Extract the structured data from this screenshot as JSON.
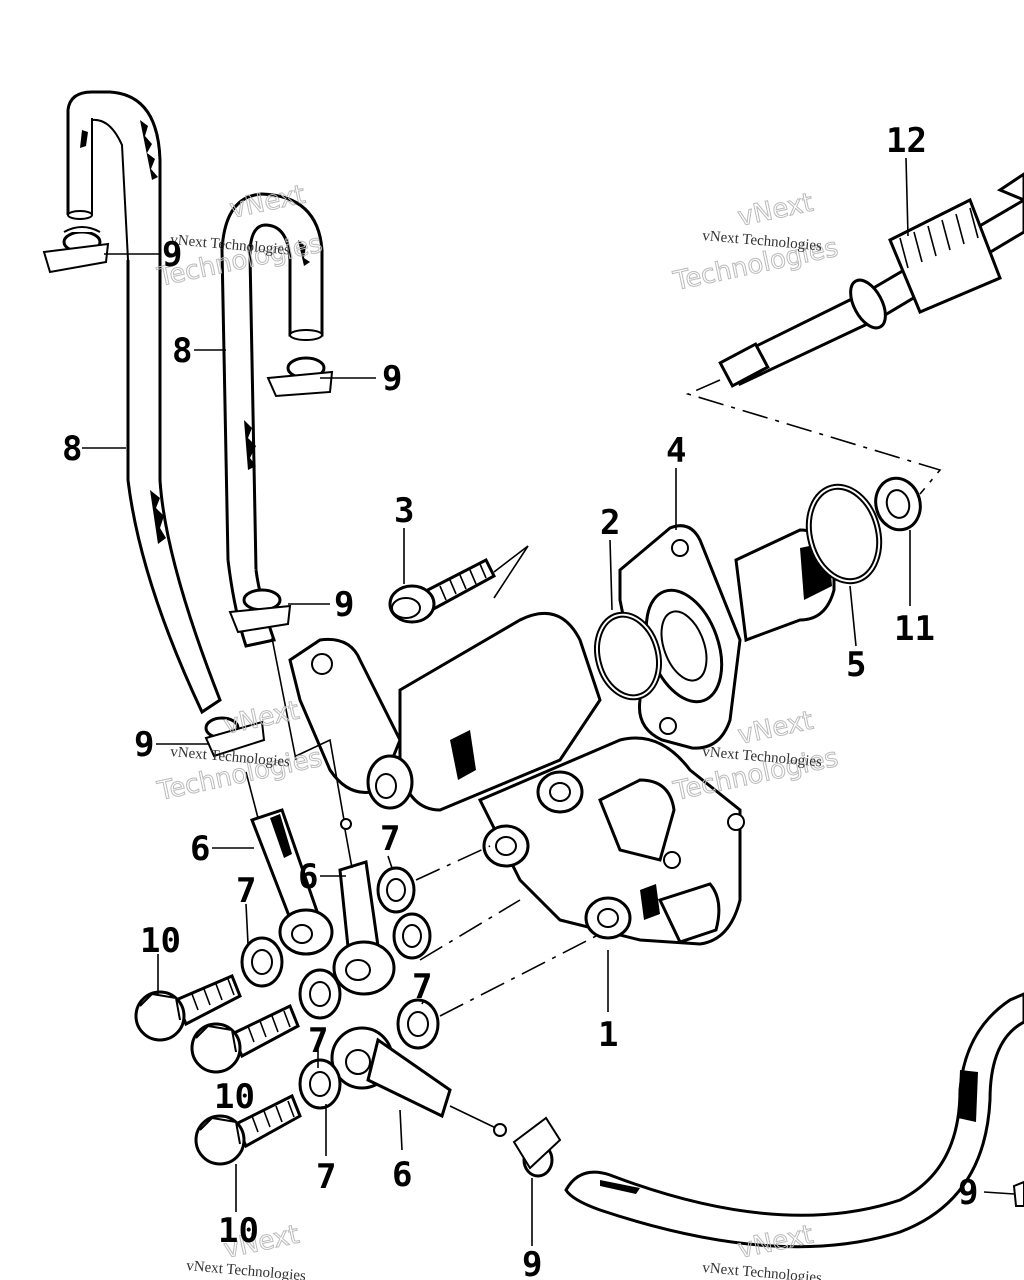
{
  "diagram": {
    "callouts": {
      "c1": "1",
      "c2": "2",
      "c3": "3",
      "c4": "4",
      "c5": "5",
      "c6a": "6",
      "c6b": "6",
      "c6c": "6",
      "c7a": "7",
      "c7b": "7",
      "c7c": "7",
      "c7d": "7",
      "c7e": "7",
      "c8a": "8",
      "c8b": "8",
      "c9a": "9",
      "c9b": "9",
      "c9c": "9",
      "c9d": "9",
      "c9e": "9",
      "c9f": "9",
      "c10a": "10",
      "c10b": "10",
      "c10c": "10",
      "c11": "11",
      "c12": "12"
    },
    "watermark": {
      "small": "vNext Technologies",
      "big_line1": "vNext",
      "big_line2": "Technologies"
    }
  }
}
